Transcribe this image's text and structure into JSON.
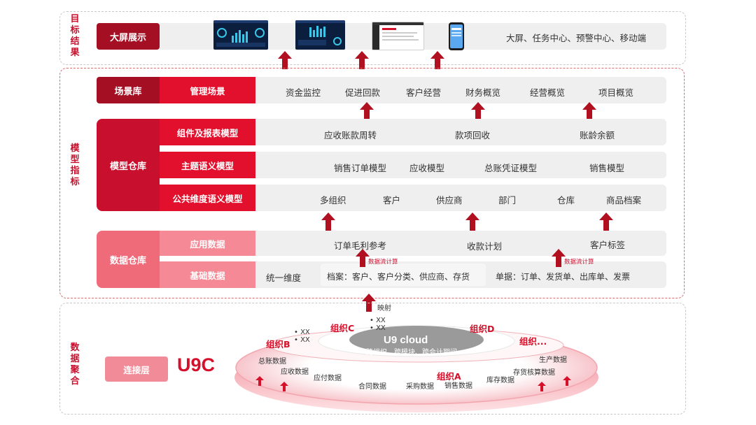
{
  "sections": {
    "target": "目标结果",
    "model": "模型指标",
    "data": "数据聚合"
  },
  "screen_row": {
    "label": "大屏展示",
    "desc": "大屏、任务中心、预警中心、移动端"
  },
  "scene_row": {
    "label": "场景库",
    "sublabel": "管理场景",
    "items": [
      "资金监控",
      "促进回款",
      "客户经营",
      "财务概览",
      "经营概览",
      "项目概览"
    ]
  },
  "model_warehouse": {
    "label": "模型仓库",
    "rows": [
      {
        "label": "组件及报表模型",
        "items": [
          "应收账款周转",
          "款项回收",
          "账龄余额"
        ]
      },
      {
        "label": "主题语义模型",
        "items": [
          "销售订单模型",
          "应收模型",
          "总账凭证模型",
          "销售模型"
        ]
      },
      {
        "label": "公共维度语义模型",
        "items": [
          "多组织",
          "客户",
          "供应商",
          "部门",
          "仓库",
          "商品档案"
        ]
      }
    ]
  },
  "data_warehouse": {
    "label": "数据仓库",
    "app_label": "应用数据",
    "app_items": [
      "订单毛利参考",
      "收款计划",
      "客户标签"
    ],
    "base_label": "基础数据",
    "base_items": [
      "统一维度",
      "档案：客户、客户分类、供应商、存货",
      "单据：订单、发货单、出库单、发票"
    ],
    "calc_tag": "数据流计算"
  },
  "connect": {
    "label": "连接层",
    "brand": "U9C",
    "mapping": "映射",
    "core_title": "U9 cloud",
    "core_sub": "跨组织、跨模块、跨会计期间",
    "orgs": [
      "组织B",
      "组织C",
      "组织D",
      "组织...",
      "组织A"
    ],
    "bullets": [
      "• XX",
      "• XX"
    ],
    "ring_data": [
      "总账数据",
      "应收数据",
      "应付数据",
      "合同数据",
      "采购数据",
      "销售数据",
      "库存数据",
      "存货核算数据",
      "生产数据"
    ]
  },
  "colors": {
    "primary": "#e2102d",
    "dark": "#a50f24",
    "pink": "#f06b7a",
    "arrow": "#b0101f"
  }
}
